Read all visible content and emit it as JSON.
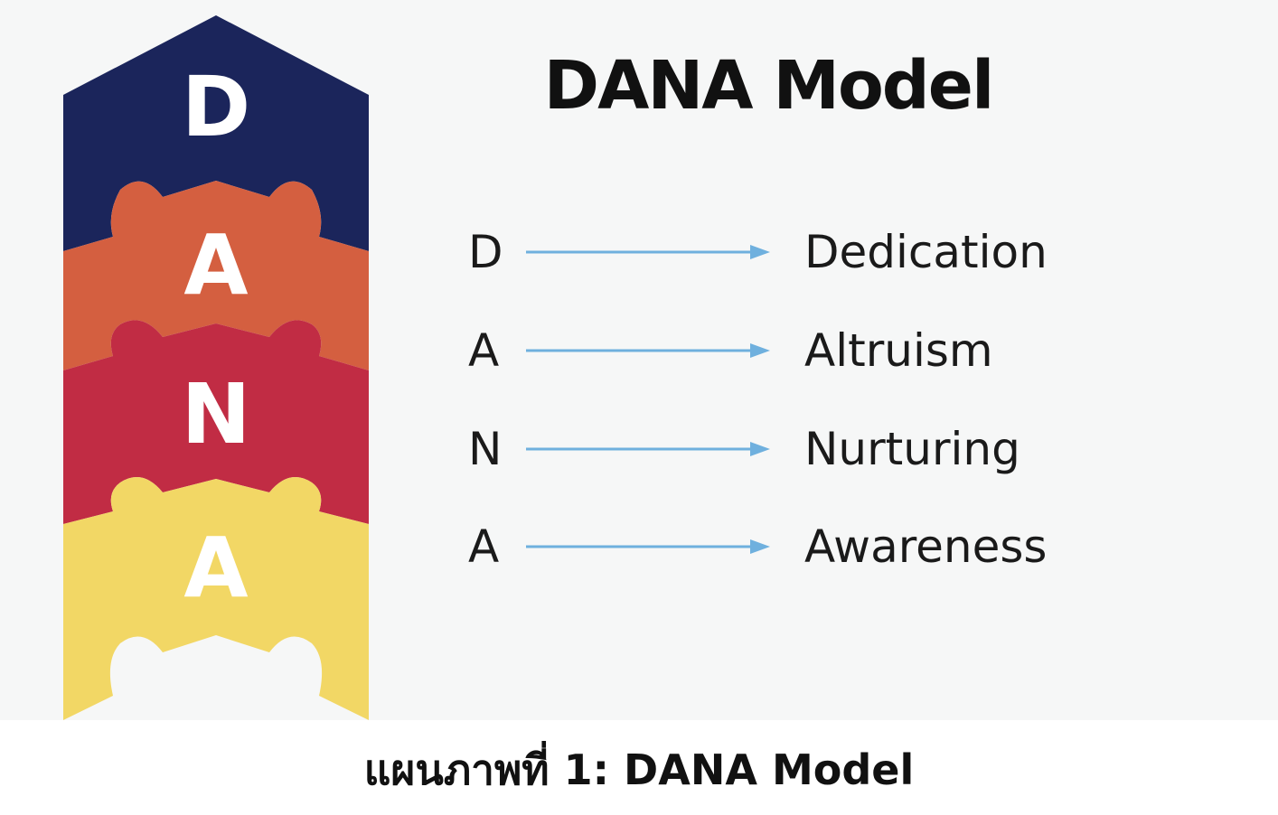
{
  "title": "DANA Model",
  "caption": "แผนภาพที่ 1: DANA Model",
  "stack": [
    {
      "letter": "D",
      "color": "#1b255b"
    },
    {
      "letter": "A",
      "color": "#d45f40"
    },
    {
      "letter": "N",
      "color": "#c12c44"
    },
    {
      "letter": "A",
      "color": "#f2d765"
    }
  ],
  "rows": [
    {
      "letter": "D",
      "word": "Dedication"
    },
    {
      "letter": "A",
      "word": "Altruism"
    },
    {
      "letter": "N",
      "word": "Nurturing"
    },
    {
      "letter": "A",
      "word": "Awareness"
    }
  ],
  "colors": {
    "arrow": "#6fb0de",
    "background": "#f6f7f7"
  }
}
